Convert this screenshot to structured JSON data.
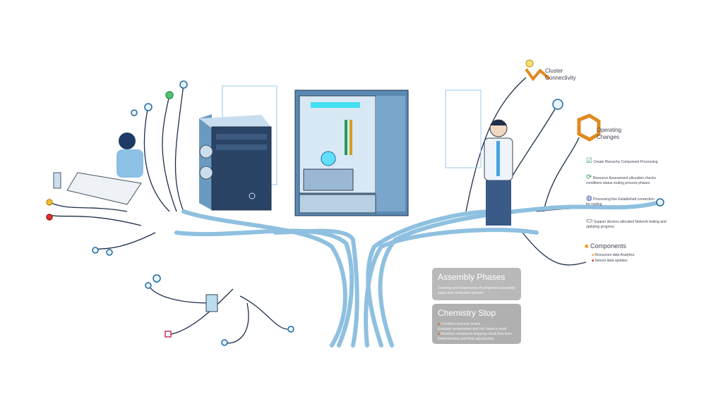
{
  "labels": {
    "top_right": [
      "Cluster",
      "Connectivity"
    ],
    "hexagon": [
      "Operating",
      "Changes"
    ],
    "list": [
      {
        "text": "Create Hierarchy Component Processing",
        "icon": "checkbox-icon",
        "color": "#2a9a5a"
      },
      {
        "text": "Resource Assessment allocation checks conditions status routing process phases",
        "icon": "refresh-icon",
        "color": "#2aa060"
      },
      {
        "text": "Processing line Established connection for routing",
        "icon": "globe-icon",
        "color": "#3a4aa0"
      },
      {
        "text": "Support devices allocated Network testing and updating progress",
        "icon": "laptop-icon",
        "color": "#334"
      }
    ],
    "components": "Components",
    "components_items": [
      "Resources data Analytics",
      "Sensor data updates"
    ]
  },
  "cards": [
    {
      "title": "Assembly Phases",
      "body": "Tracking and sequencing of component assembly steps and verification phases"
    },
    {
      "title": "Chemistry Stop",
      "items": [
        "Condition process review",
        "Evaluate temperature and mix balance level",
        "Reactive compound stopping check flow lines",
        "Determination and final adjustments"
      ]
    }
  ],
  "colors": {
    "trunk": "#8fc0e0",
    "line": "#1e2e4a",
    "card": "#b9b9b9"
  }
}
